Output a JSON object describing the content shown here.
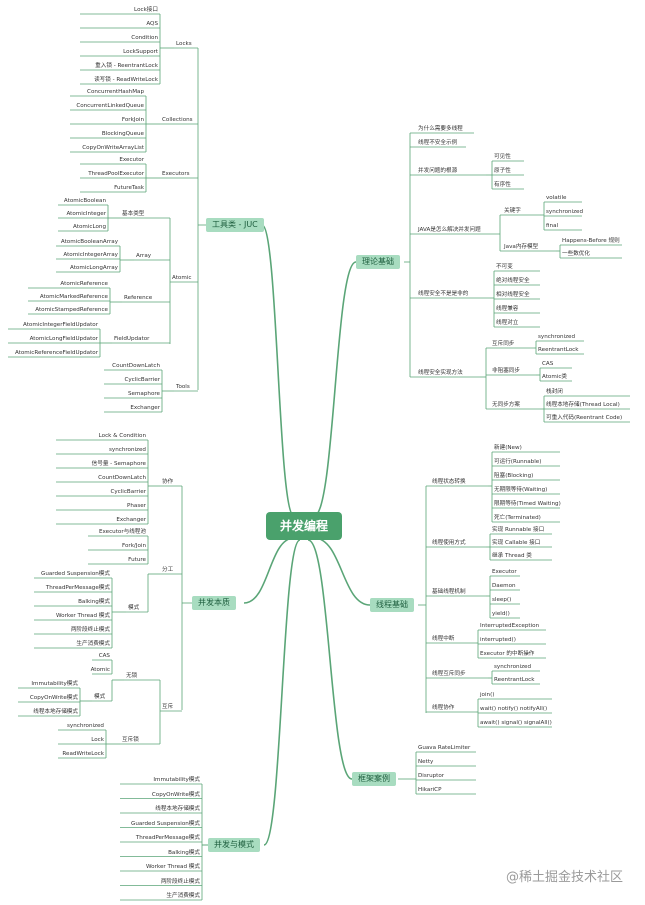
{
  "center": {
    "label": "并发编程"
  },
  "watermark": {
    "text": "@稀土掘金技术社区"
  },
  "colors": {
    "line": "#5aa577",
    "center": "#4aa16c",
    "branch": "#a8dcc0"
  },
  "branches": {
    "juc": {
      "label": "工具类 - JUC"
    },
    "theory": {
      "label": "理论基础"
    },
    "thread": {
      "label": "线程基础"
    },
    "essence": {
      "label": "并发本质"
    },
    "cases": {
      "label": "框架案例"
    },
    "patterns": {
      "label": "并发与模式"
    }
  },
  "juc": {
    "locks": {
      "label": "Locks",
      "items": [
        "Lock接口",
        "AQS",
        "Condition",
        "LockSupport",
        "重入锁 - ReentrantLock",
        "读写锁 - ReadWriteLock"
      ]
    },
    "collections": {
      "label": "Collections",
      "items": [
        "ConcurrentHashMap",
        "ConcurrentLinkedQueue",
        "ForkJoin",
        "BlockingQueue",
        "CopyOnWriteArrayList"
      ]
    },
    "executors": {
      "label": "Executors",
      "items": [
        "Executor",
        "ThreadPoolExecutor",
        "FutureTask"
      ]
    },
    "atomic": {
      "label": "Atomic",
      "basic": {
        "label": "基本类型",
        "items": [
          "AtomicBoolean",
          "AtomicInteger",
          "AtomicLong"
        ]
      },
      "array": {
        "label": "Array",
        "items": [
          "AtomicBooleanArray",
          "AtomicIntegerArray",
          "AtomicLongArray"
        ]
      },
      "reference": {
        "label": "Reference",
        "items": [
          "AtomicReference",
          "AtomicMarkedReference",
          "AtomicStampedReference"
        ]
      },
      "field": {
        "label": "FieldUpdator",
        "items": [
          "AtomicIntegerFieldUpdator",
          "AtomicLongFieldUpdator",
          "AtomicReferenceFieldUpdator"
        ]
      }
    },
    "tools": {
      "label": "Tools",
      "items": [
        "CountDownLatch",
        "CyclicBarrier",
        "Semaphore",
        "Exchanger"
      ]
    }
  },
  "theory": {
    "t1": {
      "label": "为什么需要多线程"
    },
    "t2": {
      "label": "线程不安全示例"
    },
    "t3": {
      "label": "并发问题的根源",
      "items": [
        "可见性",
        "原子性",
        "有序性"
      ]
    },
    "t4": {
      "label": "JAVA是怎么解决并发问题",
      "kw": {
        "label": "关键字",
        "items": [
          "volatile",
          "synchronized",
          "final"
        ]
      },
      "jmm": {
        "label": "Java内存模型",
        "items": [
          "Happens-Before 规则",
          "一些数优化"
        ]
      }
    },
    "t5": {
      "label": "线程安全不是是非的",
      "items": [
        "不可变",
        "绝对线程安全",
        "相对线程安全",
        "线程兼容",
        "线程对立"
      ]
    },
    "t6": {
      "label": "线程安全实现方法",
      "mutex": {
        "label": "互斥同步",
        "items": [
          "synchronized",
          "ReentrantLock"
        ]
      },
      "nonblock": {
        "label": "非阻塞同步",
        "items": [
          "CAS",
          "Atomic类"
        ]
      },
      "nosync": {
        "label": "无同步方案",
        "items": [
          "栈封闭",
          "线程本地存储(Thread Local)",
          "可重入代码(Reentrant Code)"
        ]
      }
    }
  },
  "thread": {
    "state": {
      "label": "线程状态转换",
      "items": [
        "新建(New)",
        "可运行(Runnable)",
        "阻塞(Blocking)",
        "无期限等待(Waiting)",
        "限期等待(Timed Waiting)",
        "死亡(Terminated)"
      ]
    },
    "usage": {
      "label": "线程使用方式",
      "items": [
        "实现 Runnable 接口",
        "实现 Callable 接口",
        "继承 Thread 类"
      ]
    },
    "mech": {
      "label": "基础线程机制",
      "items": [
        "Executor",
        "Daemon",
        "sleep()",
        "yield()"
      ]
    },
    "interrupt": {
      "label": "线程中断",
      "items": [
        "InterruptedException",
        "interrupted()",
        "Executor 的中断操作"
      ]
    },
    "mutual": {
      "label": "线程互斥同步",
      "items": [
        "synchronized",
        "ReentrantLock"
      ]
    },
    "coop": {
      "label": "线程协作",
      "items": [
        "join()",
        "wait() notify() notifyAll()",
        "await() signal() signalAll()"
      ]
    }
  },
  "essence": {
    "divide": {
      "label": "分工",
      "items": [
        "Executor与线程池",
        "Fork/Join",
        "Future"
      ],
      "mode": {
        "label": "模式",
        "items": [
          "Guarded Suspension模式",
          "ThreadPerMessage模式",
          "Balking模式",
          "Worker Thread 模式",
          "两阶段终止模式",
          "生产消费模式"
        ]
      }
    },
    "sync": {
      "label": "协作",
      "items": [
        "Lock & Condition",
        "synchronized",
        "信号量 - Semaphore",
        "CountDownLatch",
        "CyclicBarrier",
        "Phaser",
        "Exchanger"
      ]
    },
    "mutex": {
      "label": "互斥",
      "nolock": {
        "label": "无锁",
        "items": [
          "CAS",
          "Atomic"
        ],
        "mode": {
          "label": "模式",
          "items": [
            "Immutability模式",
            "CopyOnWrite模式",
            "线程本地存储模式"
          ]
        }
      },
      "lock": {
        "label": "互斥锁",
        "items": [
          "synchronized",
          "Lock",
          "ReadWriteLock"
        ]
      }
    }
  },
  "cases": {
    "items": [
      "Guava RateLimiter",
      "Netty",
      "Disruptor",
      "HikariCP"
    ]
  },
  "patterns": {
    "items": [
      "Immutability模式",
      "CopyOnWrite模式",
      "线程本地存储模式",
      "Guarded Suspension模式",
      "ThreadPerMessage模式",
      "Balking模式",
      "Worker Thread 模式",
      "两阶段终止模式",
      "生产消费模式"
    ]
  }
}
